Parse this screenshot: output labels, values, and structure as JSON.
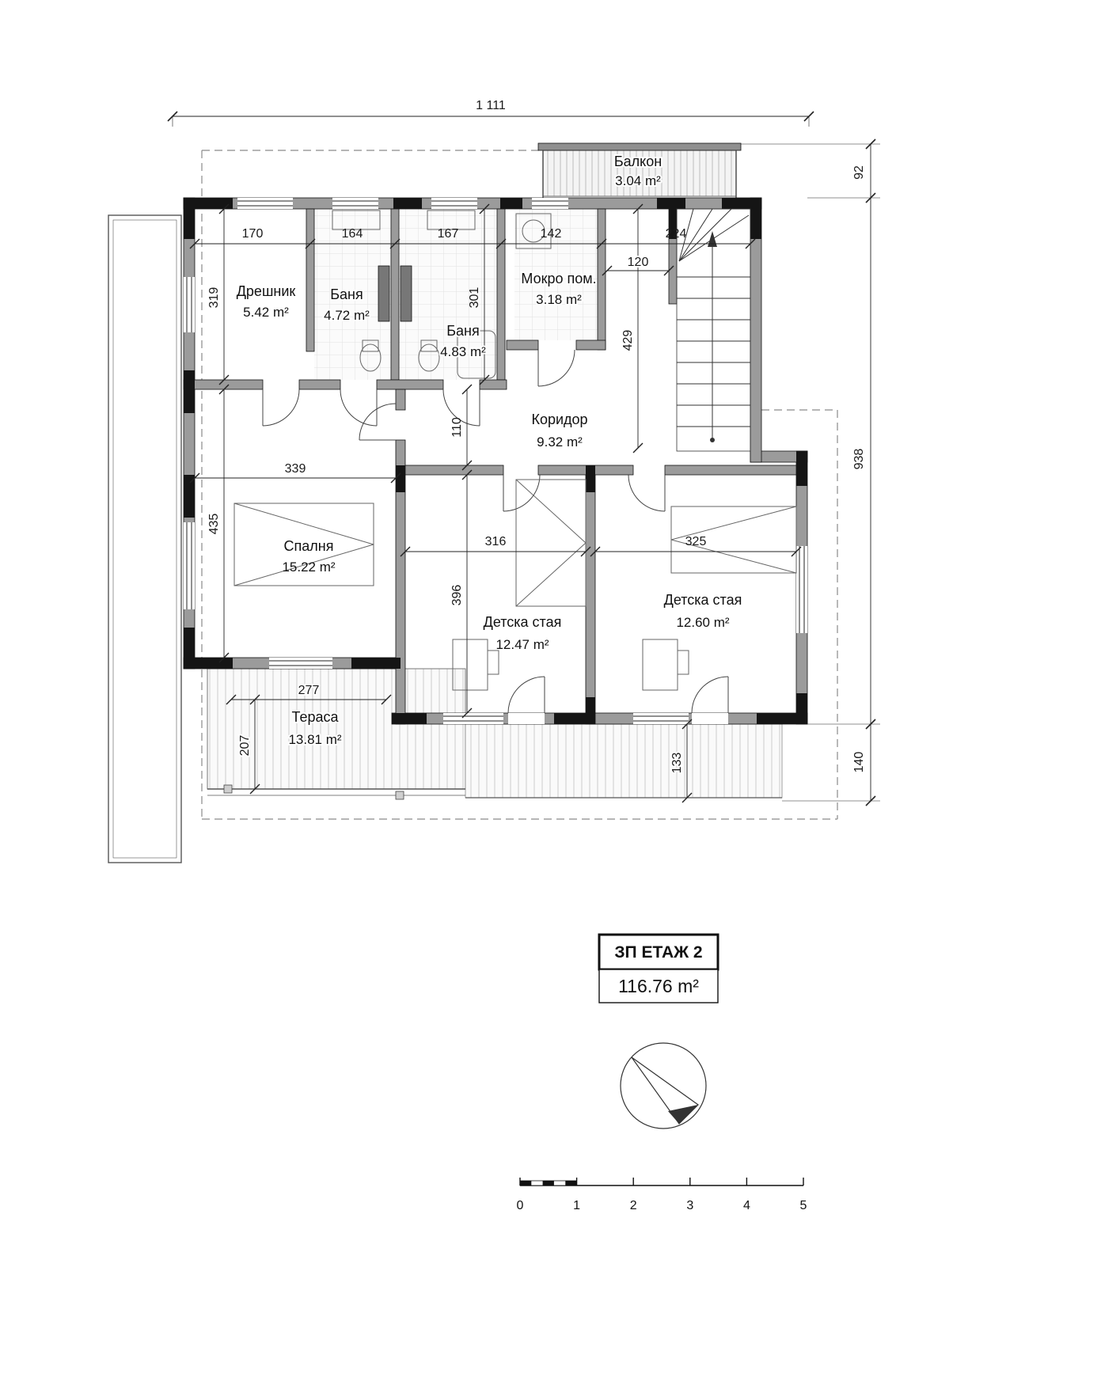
{
  "title_block": {
    "floor_label": "ЗП ЕТАЖ 2",
    "total_area": "116.76 m²"
  },
  "rooms": {
    "balkon": {
      "name": "Балкон",
      "area": "3.04 m²"
    },
    "dreshnik": {
      "name": "Дрешник",
      "area": "5.42 m²"
    },
    "banya1": {
      "name": "Баня",
      "area": "4.72 m²"
    },
    "banya2": {
      "name": "Баня",
      "area": "4.83 m²"
    },
    "mokro": {
      "name": "Мокро пом.",
      "area": "3.18 m²"
    },
    "koridor": {
      "name": "Коридор",
      "area": "9.32 m²"
    },
    "spalnya": {
      "name": "Спалня",
      "area": "15.22 m²"
    },
    "detska1": {
      "name": "Детска стая",
      "area": "12.47 m²"
    },
    "detska2": {
      "name": "Детска стая",
      "area": "12.60 m²"
    },
    "terasa": {
      "name": "Тераса",
      "area": "13.81 m²"
    }
  },
  "dimensions": {
    "overall_top": "1 111",
    "right_92": "92",
    "right_938": "938",
    "right_140": "140",
    "d170": "170",
    "d164": "164",
    "d167": "167",
    "d142": "142",
    "d224": "224",
    "d319": "319",
    "d301": "301",
    "d120": "120",
    "d429": "429",
    "d110": "110",
    "d339": "339",
    "d435": "435",
    "d316": "316",
    "d325": "325",
    "d396": "396",
    "d277": "277",
    "d207": "207",
    "d133": "133"
  },
  "scale_bar": {
    "labels": [
      "0",
      "1",
      "2",
      "3",
      "4",
      "5"
    ]
  }
}
